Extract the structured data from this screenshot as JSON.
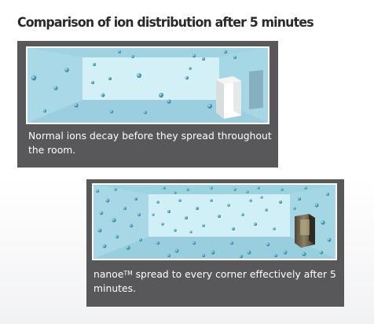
{
  "title": "Comparison of ion distribution after 5 minutes",
  "panel_normal": {
    "caption": "Normal ions decay before they spread throughout the room."
  },
  "panel_nanoe": {
    "caption_brand": "nanoe",
    "caption_trademark": "TM",
    "caption_rest": " spread to every corner effectively after 5 minutes."
  },
  "colors": {
    "panel_background": "#58585a",
    "room_wall": "#b9e3ee",
    "ion_particle": "#4f9fb6"
  }
}
